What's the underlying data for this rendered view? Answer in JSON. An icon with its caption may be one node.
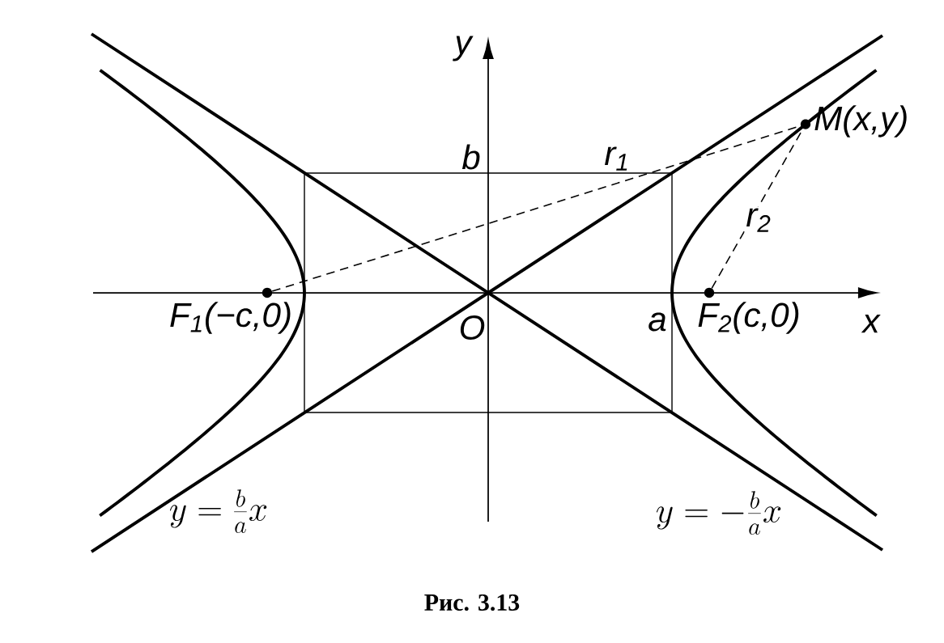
{
  "diagram": {
    "caption": "Рис. 3.13",
    "nodes": [
      {
        "text": [],
        "shape": "circle",
        "beside": [
          "F$_{1}$(−c,0)"
        ]
      },
      {
        "text": [],
        "shape": "circle",
        "beside": [
          "F$_{2}$(c,0)"
        ]
      },
      {
        "text": [],
        "shape": "circle",
        "beside": [
          "M(x,y)"
        ]
      }
    ],
    "edges": [
      {
        "from": 0,
        "to": 2,
        "arrow": "none",
        "style": "dashed",
        "label": "r$_{1}$"
      },
      {
        "from": 1,
        "to": 2,
        "arrow": "none",
        "style": "dashed",
        "label": "r$_{2}$"
      }
    ],
    "labels": [
      "y",
      "b",
      "O",
      "a",
      "x",
      "y=\\frac{b}{a}x",
      "y=-\\frac{b}{a}x"
    ]
  }
}
